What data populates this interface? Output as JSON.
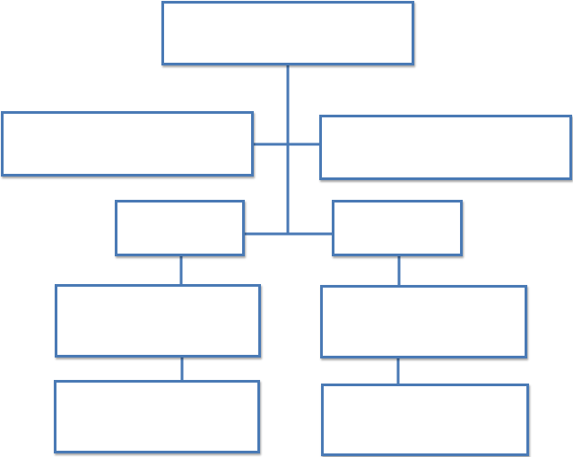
{
  "diagram": {
    "type": "org-chart",
    "colors": {
      "box_border": "#4a7ab5",
      "connector": "#4a7ab5",
      "text": "#7a7a7a",
      "background": "#ffffff"
    },
    "nodes": {
      "top": {
        "label": ""
      },
      "mid_left": {
        "label": ""
      },
      "mid_right": {
        "label": ""
      },
      "row3_left": {
        "label": ""
      },
      "row3_right": {
        "label": ""
      },
      "row4_left": {
        "label": ""
      },
      "row4_right": {
        "label": ""
      },
      "row5_left": {
        "label": ""
      },
      "row5_right": {
        "label": ""
      }
    },
    "edges": [
      {
        "from": "top",
        "to": "mid_left"
      },
      {
        "from": "top",
        "to": "mid_right"
      },
      {
        "from": "top",
        "to": "row3_left"
      },
      {
        "from": "top",
        "to": "row3_right"
      },
      {
        "from": "row3_left",
        "to": "row4_left"
      },
      {
        "from": "row3_right",
        "to": "row4_right"
      },
      {
        "from": "row4_left",
        "to": "row5_left"
      },
      {
        "from": "row4_right",
        "to": "row5_right"
      }
    ]
  }
}
